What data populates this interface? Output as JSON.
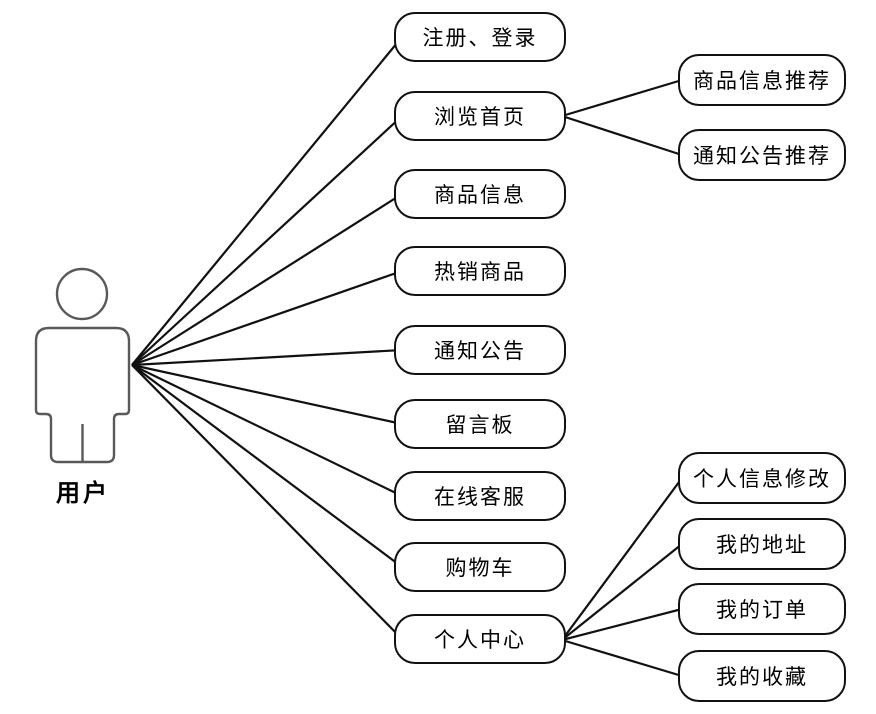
{
  "diagram": {
    "type": "use-case-diagram",
    "actor": {
      "label": "用户"
    },
    "main_use_cases": [
      {
        "id": "register_login",
        "label": "注册、登录"
      },
      {
        "id": "browse_home",
        "label": "浏览首页"
      },
      {
        "id": "product_info",
        "label": "商品信息"
      },
      {
        "id": "hot_products",
        "label": "热销商品"
      },
      {
        "id": "notices",
        "label": "通知公告"
      },
      {
        "id": "message_board",
        "label": "留言板"
      },
      {
        "id": "online_service",
        "label": "在线客服"
      },
      {
        "id": "shopping_cart",
        "label": "购物车"
      },
      {
        "id": "personal_center",
        "label": "个人中心"
      }
    ],
    "browse_home_sub_use_cases": [
      {
        "id": "product_info_recommend",
        "label": "商品信息推荐"
      },
      {
        "id": "notice_recommend",
        "label": "通知公告推荐"
      }
    ],
    "personal_center_sub_use_cases": [
      {
        "id": "profile_edit",
        "label": "个人信息修改"
      },
      {
        "id": "my_address",
        "label": "我的地址"
      },
      {
        "id": "my_orders",
        "label": "我的订单"
      },
      {
        "id": "my_favorites",
        "label": "我的收藏"
      }
    ],
    "edges": [
      {
        "from": "用户",
        "to": "注册、登录"
      },
      {
        "from": "用户",
        "to": "浏览首页"
      },
      {
        "from": "用户",
        "to": "商品信息"
      },
      {
        "from": "用户",
        "to": "热销商品"
      },
      {
        "from": "用户",
        "to": "通知公告"
      },
      {
        "from": "用户",
        "to": "留言板"
      },
      {
        "from": "用户",
        "to": "在线客服"
      },
      {
        "from": "用户",
        "to": "购物车"
      },
      {
        "from": "用户",
        "to": "个人中心"
      },
      {
        "from": "浏览首页",
        "to": "商品信息推荐"
      },
      {
        "from": "浏览首页",
        "to": "通知公告推荐"
      },
      {
        "from": "个人中心",
        "to": "个人信息修改"
      },
      {
        "from": "个人中心",
        "to": "我的地址"
      },
      {
        "from": "个人中心",
        "to": "我的订单"
      },
      {
        "from": "个人中心",
        "to": "我的收藏"
      }
    ],
    "colors": {
      "connector": "#111111",
      "box_border": "#111111",
      "box_fill": "#ffffff",
      "text": "#000000",
      "actor_outline": "#595959"
    }
  }
}
